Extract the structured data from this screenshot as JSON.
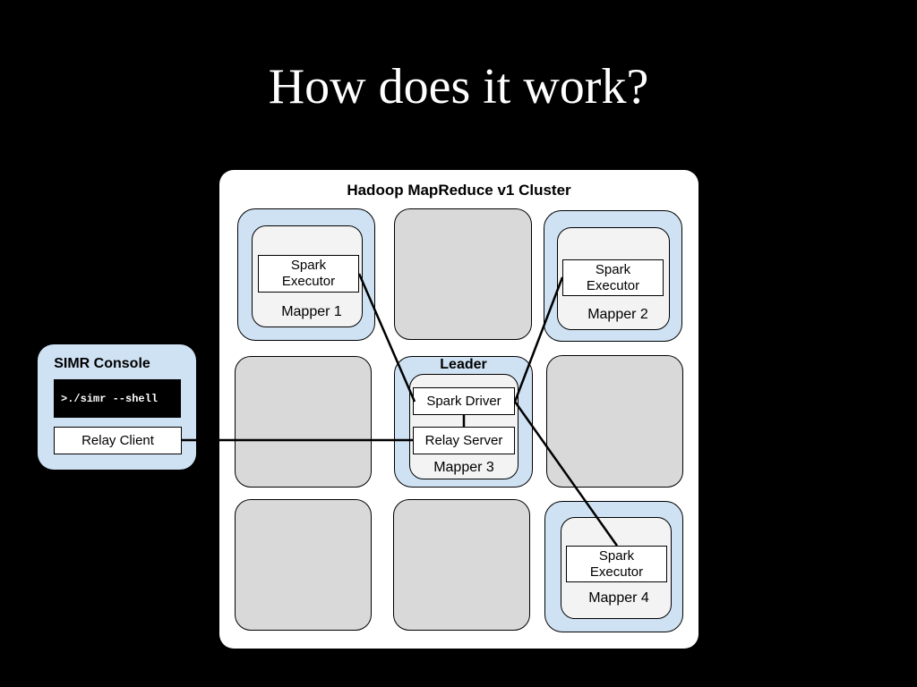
{
  "slide": {
    "title": "How does it work?"
  },
  "cluster": {
    "title": "Hadoop MapReduce v1 Cluster"
  },
  "mapper1": {
    "task": "Spark\nExecutor",
    "label": "Mapper 1"
  },
  "mapper2": {
    "task": "Spark\nExecutor",
    "label": "Mapper 2"
  },
  "mapper3": {
    "role": "Leader",
    "driver": "Spark Driver",
    "relay": "Relay Server",
    "label": "Mapper 3"
  },
  "mapper4": {
    "task": "Spark\nExecutor",
    "label": "Mapper 4"
  },
  "console": {
    "title": "SIMR Console",
    "command": ">./simr --shell",
    "relay_client": "Relay Client"
  },
  "colors": {
    "background": "#000000",
    "node_blue": "#cfe2f3",
    "node_grey": "#d9d9d9",
    "inner": "#f3f3f3"
  }
}
